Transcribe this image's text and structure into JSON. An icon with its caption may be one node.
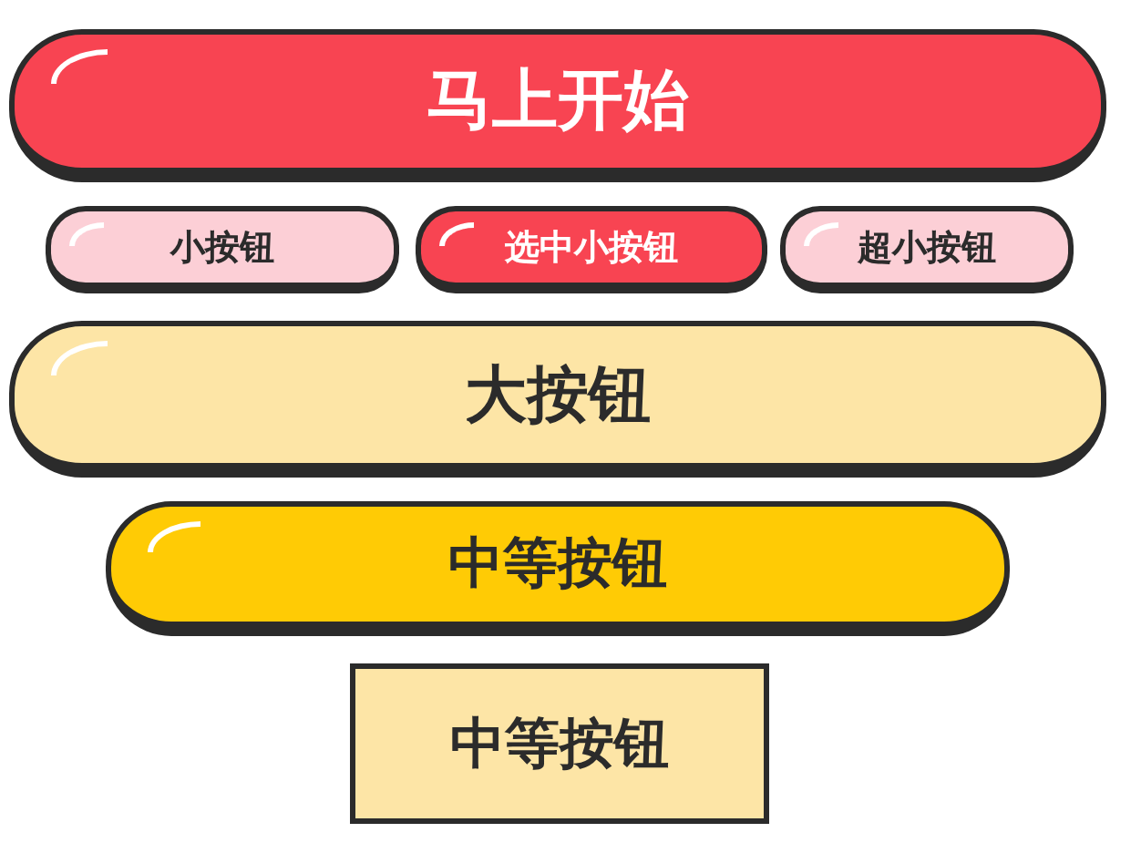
{
  "diagram": {
    "nodes": [
      {
        "text": [
          "马上开始"
        ]
      },
      {
        "text": [
          "小按钮"
        ]
      },
      {
        "text": [
          "选中小按钮"
        ]
      },
      {
        "text": [
          "超小按钮"
        ]
      },
      {
        "text": [
          "大按钮"
        ]
      },
      {
        "text": [
          "中等按钮"
        ]
      },
      {
        "text": [
          "中等按钮"
        ]
      }
    ]
  }
}
